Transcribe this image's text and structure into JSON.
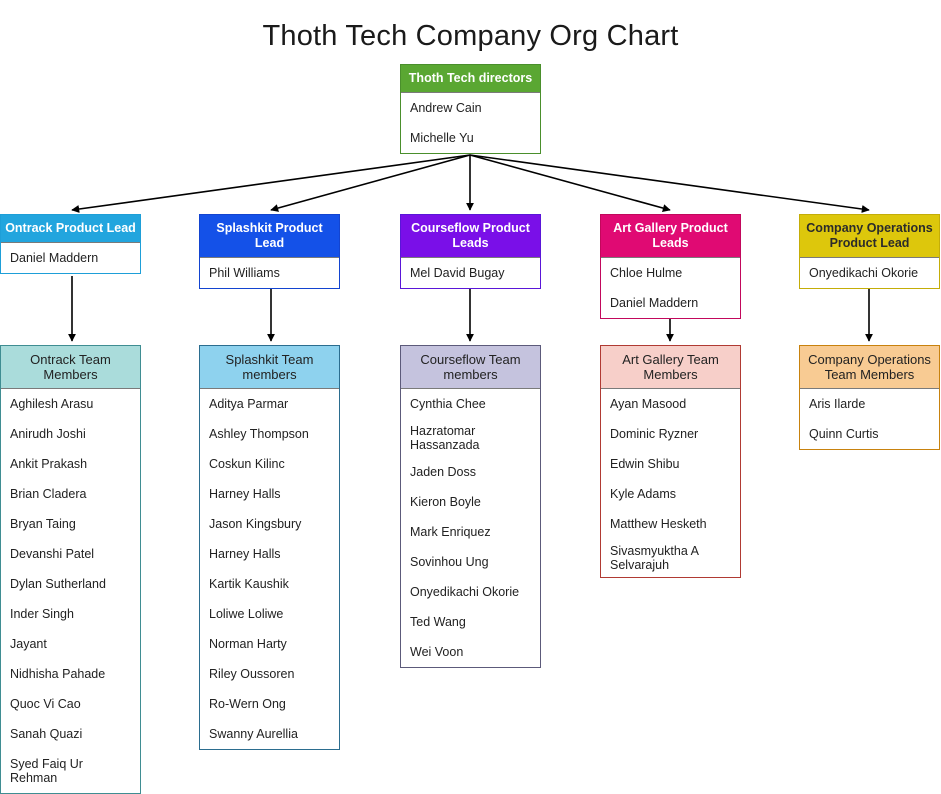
{
  "page": {
    "title": "Thoth Tech Company Org Chart",
    "background": "#ffffff"
  },
  "colors": {
    "root": "#5aa732",
    "ontrack": "#22a5de",
    "splashkit": "#1451e8",
    "courseflow": "#7a0fe8",
    "art_gallery": "#e00a73",
    "company_operations": "#ddc70c",
    "ontrack_team": "#aadcdb",
    "splashkit_team": "#8ed2ee",
    "courseflow_team": "#c5c3de",
    "art_gallery_team": "#f7cfc9",
    "company_operations_team": "#f8cb93",
    "connector": "#000000"
  },
  "chart_data": {
    "type": "org-chart",
    "title": "Thoth Tech Company Org Chart",
    "root": {
      "id": "thoth-tech-directors",
      "header": "Thoth Tech directors",
      "members": [
        "Andrew Cain",
        "Michelle Yu"
      ]
    },
    "leads": [
      {
        "id": "ontrack-product-lead",
        "header": "Ontrack Product Lead",
        "members": [
          "Daniel Maddern"
        ]
      },
      {
        "id": "splashkit-product-lead",
        "header": "Splashkit Product Lead",
        "members": [
          "Phil Williams"
        ]
      },
      {
        "id": "courseflow-product-leads",
        "header": "Courseflow Product Leads",
        "members": [
          "Mel David Bugay"
        ]
      },
      {
        "id": "art-gallery-product-leads",
        "header": "Art Gallery Product Leads",
        "members": [
          "Chloe Hulme",
          "Daniel Maddern"
        ]
      },
      {
        "id": "company-operations-product-lead",
        "header": "Company Operations Product Lead",
        "members": [
          "Onyedikachi Okorie"
        ]
      }
    ],
    "teams": [
      {
        "id": "ontrack-team-members",
        "header": "Ontrack Team Members",
        "members": [
          "Aghilesh Arasu",
          "Anirudh Joshi",
          "Ankit Prakash",
          "Brian Cladera",
          "Bryan Taing",
          "Devanshi Patel",
          "Dylan Sutherland",
          "Inder Singh",
          "Jayant",
          "Nidhisha Pahade",
          "Quoc Vi Cao",
          "Sanah Quazi",
          "Syed Faiq Ur Rehman"
        ]
      },
      {
        "id": "splashkit-team-members",
        "header": "Splashkit Team members",
        "members": [
          "Aditya Parmar",
          "Ashley Thompson",
          "Coskun Kilinc",
          "Harney Halls",
          "Jason Kingsbury",
          "Harney Halls",
          "Kartik Kaushik",
          "Loliwe Loliwe",
          "Norman Harty",
          "Riley Oussoren",
          "Ro-Wern Ong",
          "Swanny Aurellia"
        ]
      },
      {
        "id": "courseflow-team-members",
        "header": "Courseflow Team members",
        "members": [
          "Cynthia Chee",
          "Hazratomar Hassanzada",
          "Jaden Doss",
          "Kieron Boyle",
          "Mark Enriquez",
          "Sovinhou Ung",
          "Onyedikachi Okorie",
          "Ted Wang",
          "Wei Voon"
        ]
      },
      {
        "id": "art-gallery-team-members",
        "header": "Art Gallery Team Members",
        "members": [
          "Ayan Masood",
          "Dominic Ryzner",
          "Edwin Shibu",
          "Kyle Adams",
          "Matthew Hesketh",
          "Sivasmyuktha A Selvarajuh"
        ]
      },
      {
        "id": "company-operations-team-members",
        "header": "Company Operations Team Members",
        "members": [
          "Aris Ilarde",
          "Quinn Curtis"
        ]
      }
    ]
  }
}
